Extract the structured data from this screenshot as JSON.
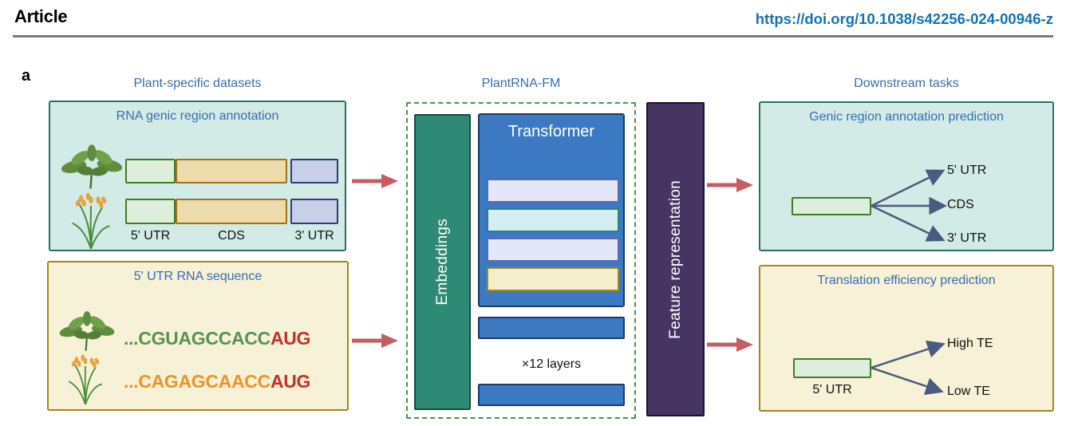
{
  "header": {
    "article_label": "Article",
    "doi_link": "https://doi.org/10.1038/s42256-024-00946-z"
  },
  "panel_label": "a",
  "columns": {
    "left_heading": "Plant-specific datasets",
    "middle_heading": "PlantRNA-FM",
    "right_heading": "Downstream tasks"
  },
  "genic_dataset_box": {
    "title": "RNA genic region annotation",
    "segment_labels": [
      "5' UTR",
      "CDS",
      "3' UTR"
    ],
    "species": [
      "arabidopsis",
      "rice"
    ]
  },
  "utr_dataset_box": {
    "title": "5' UTR RNA sequence",
    "sequences": [
      {
        "species": "arabidopsis",
        "prefix": "...CGUAGCCACC",
        "start_codon": "AUG"
      },
      {
        "species": "rice",
        "prefix": "...CAGAGCAACC",
        "start_codon": "AUG"
      }
    ]
  },
  "model": {
    "embeddings_label": "Embeddings",
    "transformer_label": "Transformer",
    "layers_note": "×12 layers",
    "feature_label": "Feature representation"
  },
  "genic_prediction_box": {
    "title": "Genic region annotation prediction",
    "targets": [
      "5' UTR",
      "CDS",
      "3' UTR"
    ]
  },
  "te_prediction_box": {
    "title": "Translation efficiency prediction",
    "input_label": "5' UTR",
    "targets": [
      "High TE",
      "Low TE"
    ]
  },
  "colors": {
    "heading_blue": "#3a6bb0",
    "doi_blue": "#1472b8",
    "teal_box_bg": "#d2ebe7",
    "teal_box_border": "#2b6f62",
    "yellow_box_bg": "#f6f1d7",
    "yellow_box_border": "#a3871b",
    "embeddings_green": "#2e8a75",
    "transformer_blue": "#3b79c2",
    "feature_purple": "#463563",
    "arrow_red": "#c65c62",
    "arrow_slate": "#4a5b7d",
    "utr5_fill": "#ddeedd",
    "cds_fill": "#ecdcab",
    "utr3_fill": "#c9cee9",
    "seq_green": "#5b9150",
    "seq_orange": "#ef9327",
    "start_codon_red": "#c2322a"
  }
}
